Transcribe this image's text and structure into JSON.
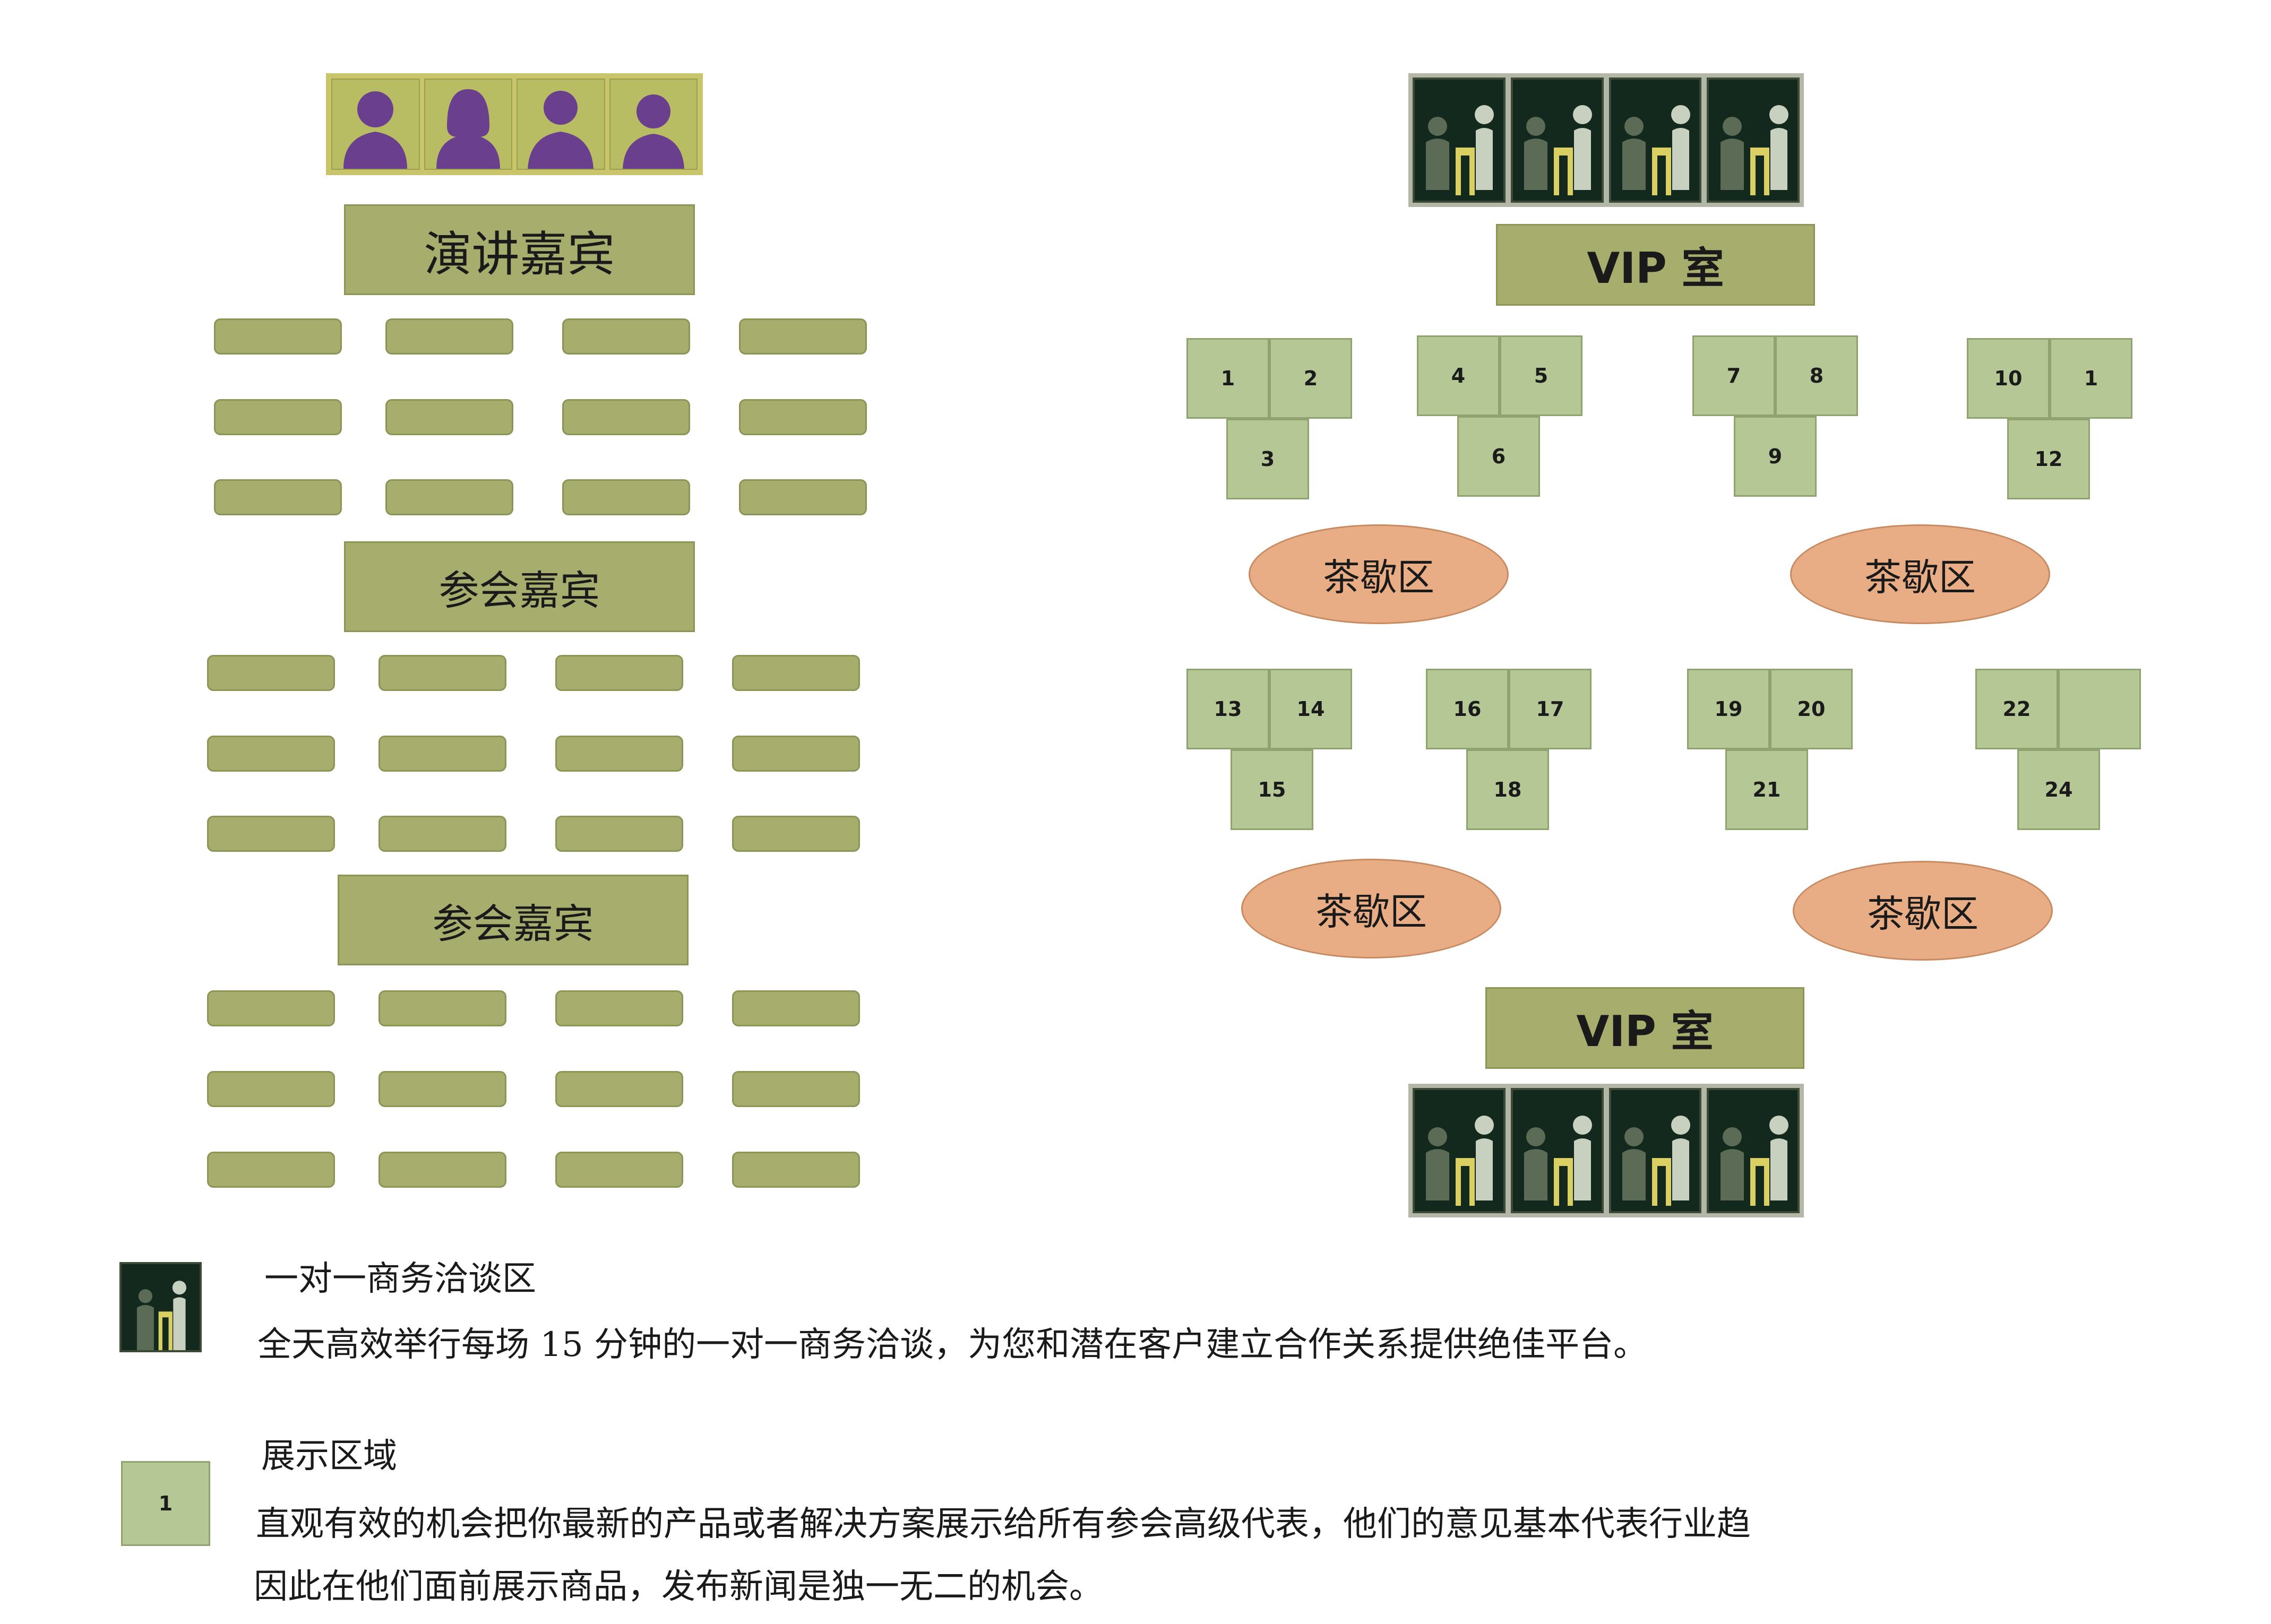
{
  "left_hall": {
    "speaker_banner": "演讲嘉宾",
    "guest_banner_1": "参会嘉宾",
    "guest_banner_2": "参会嘉宾"
  },
  "right_hall": {
    "vip_top": "VIP 室",
    "vip_bottom": "VIP 室",
    "booths": [
      "1",
      "2",
      "3",
      "4",
      "5",
      "6",
      "7",
      "8",
      "9",
      "10",
      "1",
      "12",
      "13",
      "14",
      "15",
      "16",
      "17",
      "18",
      "19",
      "20",
      "21",
      "",
      "22",
      "24"
    ],
    "tea_areas": [
      "茶歇区",
      "茶歇区",
      "茶歇区",
      "茶歇区"
    ]
  },
  "legend": {
    "meeting": {
      "title": "一对一商务洽谈区",
      "desc": "全天高效举行每场 15 分钟的一对一商务洽谈，为您和潜在客户建立合作关系提供绝佳平台。",
      "icon": "business-meeting-icon"
    },
    "exhibit": {
      "title": "展示区域",
      "sample_label": "1",
      "desc_line1": "直观有效的机会把你最新的产品或者解决方案展示给所有参会高级代表，他们的意见基本代表行业趋",
      "desc_line2": "因此在他们面前展示商品，发布新闻是独一无二的机会。"
    }
  },
  "colors": {
    "olive": "#a6ad6d",
    "booth_green": "#b5c795",
    "tea_orange": "#e8ad84",
    "meeting_dark": "#13291d",
    "speaker_purple": "#6a3f8e"
  }
}
